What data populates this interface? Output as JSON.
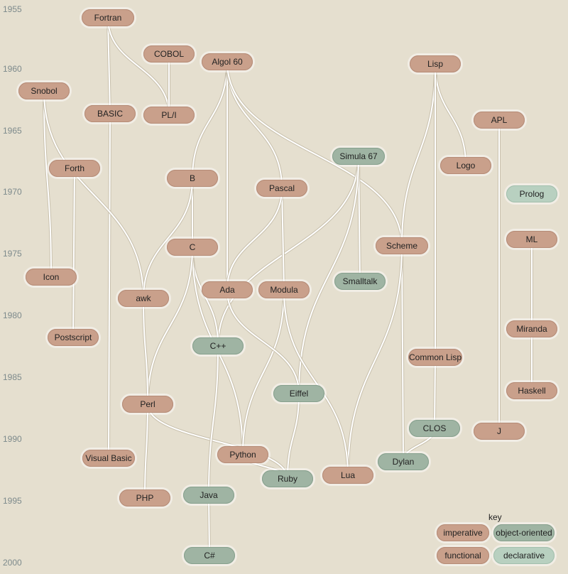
{
  "years": [
    "1955",
    "1960",
    "1965",
    "1970",
    "1975",
    "1980",
    "1985",
    "1990",
    "1995",
    "2000"
  ],
  "languages": [
    {
      "id": "fortran",
      "label": "Fortran",
      "category": "imperative"
    },
    {
      "id": "cobol",
      "label": "COBOL",
      "category": "imperative"
    },
    {
      "id": "algol60",
      "label": "Algol 60",
      "category": "imperative"
    },
    {
      "id": "lisp",
      "label": "Lisp",
      "category": "functional"
    },
    {
      "id": "snobol",
      "label": "Snobol",
      "category": "imperative"
    },
    {
      "id": "basic",
      "label": "BASIC",
      "category": "imperative"
    },
    {
      "id": "pli",
      "label": "PL/I",
      "category": "imperative"
    },
    {
      "id": "apl",
      "label": "APL",
      "category": "imperative"
    },
    {
      "id": "simula67",
      "label": "Simula 67",
      "category": "object-oriented"
    },
    {
      "id": "forth",
      "label": "Forth",
      "category": "imperative"
    },
    {
      "id": "logo",
      "label": "Logo",
      "category": "functional"
    },
    {
      "id": "b",
      "label": "B",
      "category": "imperative"
    },
    {
      "id": "pascal",
      "label": "Pascal",
      "category": "imperative"
    },
    {
      "id": "prolog",
      "label": "Prolog",
      "category": "declarative"
    },
    {
      "id": "ml",
      "label": "ML",
      "category": "functional"
    },
    {
      "id": "c",
      "label": "C",
      "category": "imperative"
    },
    {
      "id": "scheme",
      "label": "Scheme",
      "category": "functional"
    },
    {
      "id": "icon",
      "label": "Icon",
      "category": "imperative"
    },
    {
      "id": "smalltalk",
      "label": "Smalltalk",
      "category": "object-oriented"
    },
    {
      "id": "ada",
      "label": "Ada",
      "category": "imperative"
    },
    {
      "id": "modula",
      "label": "Modula",
      "category": "imperative"
    },
    {
      "id": "awk",
      "label": "awk",
      "category": "imperative"
    },
    {
      "id": "miranda",
      "label": "Miranda",
      "category": "functional"
    },
    {
      "id": "postscript",
      "label": "Postscript",
      "category": "imperative"
    },
    {
      "id": "cpp",
      "label": "C++",
      "category": "object-oriented"
    },
    {
      "id": "commonlisp",
      "label": "Common Lisp",
      "category": "functional"
    },
    {
      "id": "eiffel",
      "label": "Eiffel",
      "category": "object-oriented"
    },
    {
      "id": "haskell",
      "label": "Haskell",
      "category": "functional"
    },
    {
      "id": "perl",
      "label": "Perl",
      "category": "imperative"
    },
    {
      "id": "clos",
      "label": "CLOS",
      "category": "object-oriented"
    },
    {
      "id": "j",
      "label": "J",
      "category": "imperative"
    },
    {
      "id": "visualbasic",
      "label": "Visual Basic",
      "category": "imperative"
    },
    {
      "id": "python",
      "label": "Python",
      "category": "imperative"
    },
    {
      "id": "dylan",
      "label": "Dylan",
      "category": "object-oriented"
    },
    {
      "id": "ruby",
      "label": "Ruby",
      "category": "object-oriented"
    },
    {
      "id": "lua",
      "label": "Lua",
      "category": "imperative"
    },
    {
      "id": "java",
      "label": "Java",
      "category": "object-oriented"
    },
    {
      "id": "php",
      "label": "PHP",
      "category": "imperative"
    },
    {
      "id": "csharp",
      "label": "C#",
      "category": "object-oriented"
    }
  ],
  "edges": [
    [
      "fortran",
      "basic"
    ],
    [
      "basic",
      "visualbasic"
    ],
    [
      "fortran",
      "pli"
    ],
    [
      "cobol",
      "pli"
    ],
    [
      "algol60",
      "b"
    ],
    [
      "b",
      "c"
    ],
    [
      "algol60",
      "ada"
    ],
    [
      "algol60",
      "pascal"
    ],
    [
      "algol60",
      "scheme"
    ],
    [
      "lisp",
      "scheme"
    ],
    [
      "lisp",
      "logo"
    ],
    [
      "lisp",
      "commonlisp"
    ],
    [
      "commonlisp",
      "clos"
    ],
    [
      "clos",
      "dylan"
    ],
    [
      "scheme",
      "dylan"
    ],
    [
      "scheme",
      "lua"
    ],
    [
      "snobol",
      "icon"
    ],
    [
      "snobol",
      "awk"
    ],
    [
      "forth",
      "postscript"
    ],
    [
      "simula67",
      "smalltalk"
    ],
    [
      "simula67",
      "cpp"
    ],
    [
      "simula67",
      "eiffel"
    ],
    [
      "b",
      "awk"
    ],
    [
      "c",
      "cpp"
    ],
    [
      "c",
      "python"
    ],
    [
      "c",
      "perl"
    ],
    [
      "pascal",
      "modula"
    ],
    [
      "pascal",
      "ada"
    ],
    [
      "modula",
      "python"
    ],
    [
      "modula",
      "lua"
    ],
    [
      "ada",
      "eiffel"
    ],
    [
      "awk",
      "perl"
    ],
    [
      "perl",
      "php"
    ],
    [
      "perl",
      "ruby"
    ],
    [
      "python",
      "ruby"
    ],
    [
      "eiffel",
      "ruby"
    ],
    [
      "cpp",
      "java"
    ],
    [
      "java",
      "csharp"
    ],
    [
      "apl",
      "j"
    ],
    [
      "ml",
      "miranda"
    ],
    [
      "miranda",
      "haskell"
    ]
  ],
  "key": {
    "title": "key",
    "items": [
      {
        "label": "imperative",
        "category": "imperative"
      },
      {
        "label": "object-oriented",
        "category": "object-oriented"
      },
      {
        "label": "functional",
        "category": "functional"
      },
      {
        "label": "declarative",
        "category": "declarative"
      }
    ]
  }
}
